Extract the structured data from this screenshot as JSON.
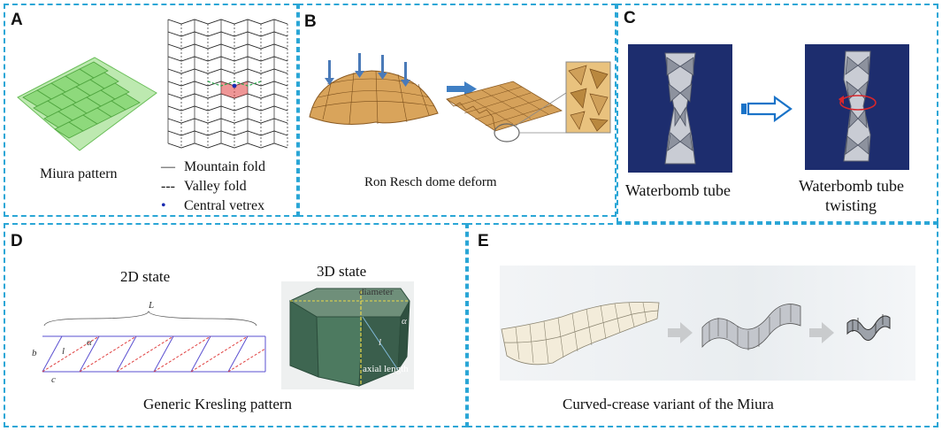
{
  "panels": {
    "a": {
      "letter": "A",
      "caption": "Miura pattern",
      "legend": [
        {
          "symbol": "—",
          "label": "Mountain fold"
        },
        {
          "symbol": "---",
          "label": "Valley fold"
        },
        {
          "symbol": "•",
          "label": "Central vetrex"
        }
      ]
    },
    "b": {
      "letter": "B",
      "caption": "Ron Resch dome deform"
    },
    "c": {
      "letter": "C",
      "caption_left": "Waterbomb tube",
      "caption_right_1": "Waterbomb tube",
      "caption_right_2": "twisting"
    },
    "d": {
      "letter": "D",
      "title_2d": "2D state",
      "title_3d": "3D state",
      "caption": "Generic Kresling pattern",
      "labels_2d": {
        "L": "L",
        "b": "b",
        "l": "l",
        "alpha": "α",
        "c": "c"
      },
      "labels_3d": {
        "diameter": "diameter",
        "alpha": "α",
        "l": "l",
        "axial": "axial length"
      }
    },
    "e": {
      "letter": "E",
      "caption": "Curved-crease variant of the Miura"
    }
  },
  "colors": {
    "panel_border": "#2aa6d6",
    "miura_green": "#7fd36b",
    "arrow_blue": "#1a73c8",
    "valley_red": "#e04040",
    "kresling_purple": "#5a4fd0",
    "tube_bg": "#1d2d6e"
  }
}
